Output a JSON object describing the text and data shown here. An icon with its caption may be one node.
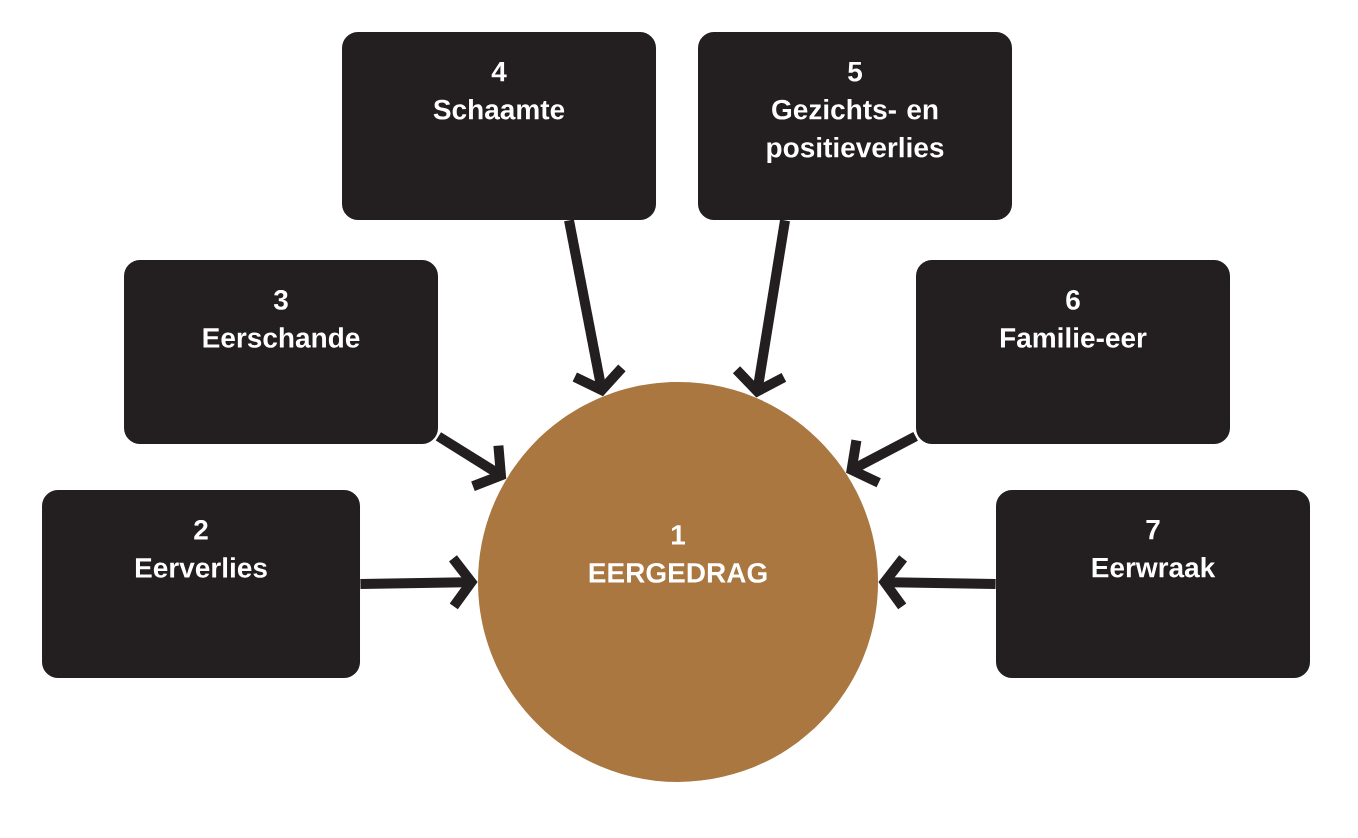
{
  "diagram": {
    "nodes": [
      {
        "text": [
          "1",
          "EERGEDRAG"
        ]
      },
      {
        "text": [
          "2",
          "Eerverlies"
        ]
      },
      {
        "text": [
          "3",
          "Eerschande"
        ]
      },
      {
        "text": [
          "4",
          "Schaamte"
        ]
      },
      {
        "text": [
          "5",
          "Gezichts- en positieverlies"
        ]
      },
      {
        "text": [
          "6",
          "Familie-eer"
        ]
      },
      {
        "text": [
          "7",
          "Eerwraak"
        ]
      }
    ],
    "edges": [
      {
        "from": 1,
        "to": 0,
        "arrow": "to"
      },
      {
        "from": 2,
        "to": 0,
        "arrow": "to"
      },
      {
        "from": 3,
        "to": 0,
        "arrow": "to"
      },
      {
        "from": 4,
        "to": 0,
        "arrow": "to"
      },
      {
        "from": 5,
        "to": 0,
        "arrow": "to"
      },
      {
        "from": 6,
        "to": 0,
        "arrow": "to"
      }
    ]
  }
}
